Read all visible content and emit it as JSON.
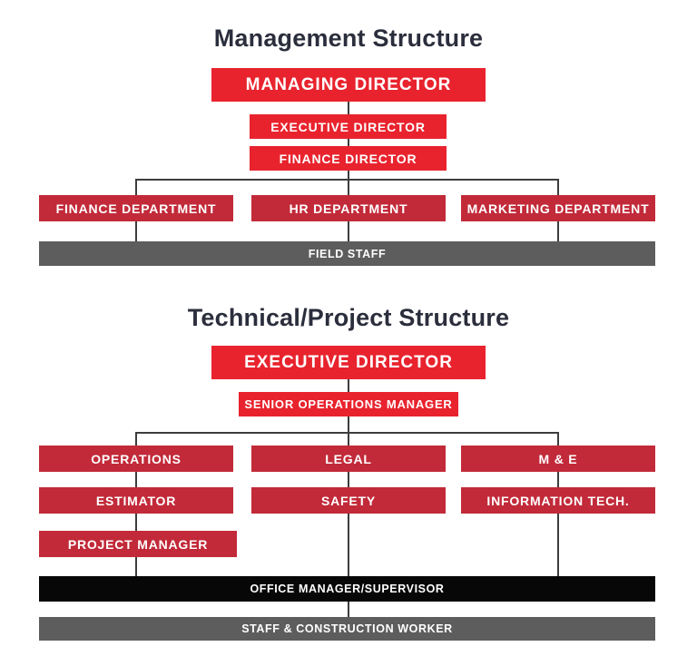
{
  "colors": {
    "background": "#ffffff",
    "bright_red": "#e8232e",
    "crimson_red": "#c22a39",
    "bar_gray": "#5d5d5d",
    "bar_black": "#070707",
    "title_color": "#2b2e3c",
    "line_color": "#3d3d3d"
  },
  "management": {
    "title": "Management Structure",
    "nodes": {
      "managing_director": "MANAGING DIRECTOR",
      "executive_director": "EXECUTIVE DIRECTOR",
      "finance_director": "FINANCE DIRECTOR",
      "departments": [
        "FINANCE DEPARTMENT",
        "HR DEPARTMENT",
        "MARKETING DEPARTMENT"
      ],
      "field_staff": "FIELD STAFF"
    }
  },
  "technical": {
    "title": "Technical/Project Structure",
    "nodes": {
      "executive_director": "EXECUTIVE DIRECTOR",
      "senior_operations_manager": "SENIOR OPERATIONS MANAGER",
      "row1": [
        "OPERATIONS",
        "LEGAL",
        "M & E"
      ],
      "row2": [
        "ESTIMATOR",
        "SAFETY",
        "INFORMATION TECH."
      ],
      "project_manager": "PROJECT MANAGER",
      "office_manager": "OFFICE MANAGER/SUPERVISOR",
      "staff_construction": "STAFF & CONSTRUCTION WORKER"
    }
  }
}
